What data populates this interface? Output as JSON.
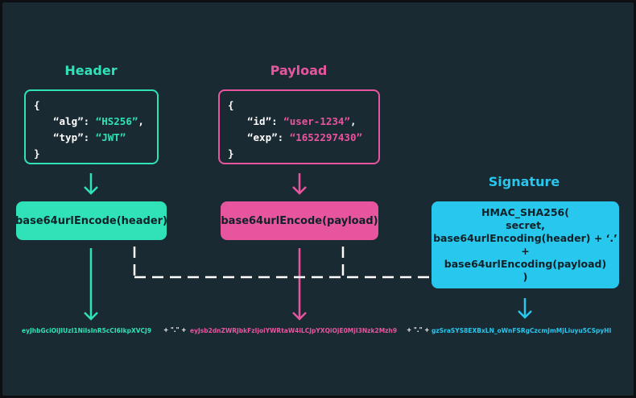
{
  "titles": {
    "header": "Header",
    "payload": "Payload",
    "signature": "Signature"
  },
  "header_json": {
    "open": "{",
    "alg_key": "“alg”",
    "alg_value": "“HS256”",
    "typ_key": "“typ”",
    "typ_value": "“JWT”",
    "close": "}"
  },
  "payload_json": {
    "open": "{",
    "id_key": "“id”",
    "id_value": "“user-1234”",
    "exp_key": "“exp”",
    "exp_value": "“1652297430”",
    "close": "}"
  },
  "encode": {
    "header": "base64urlEncode(header)",
    "payload": "base64urlEncode(payload)",
    "signature_lines": [
      "HMAC_SHA256(",
      "secret,",
      "base64urlEncoding(header) + ‘.’ +",
      "base64urlEncoding(payload)",
      ")"
    ]
  },
  "output": {
    "header_token": "eyJhbGciOiJIUzI1NiIsInR5cCI6IkpXVCJ9",
    "sep1": "+ \".\" +",
    "payload_token": "eyJsb2dnZWRJbkFzIjoiYWRtaW4iLCJpYXQiOjE0MjI3Nzk2Mzh9",
    "sep2": "+ \".\" +",
    "signature_token": "gzSraSYS8EXBxLN_oWnFSRgCzcmJmMjLiuyu5CSpyHI"
  },
  "colors": {
    "header": "#2fe2b8",
    "payload": "#e8559f",
    "signature": "#27c7ee",
    "background": "#1a2a33"
  }
}
